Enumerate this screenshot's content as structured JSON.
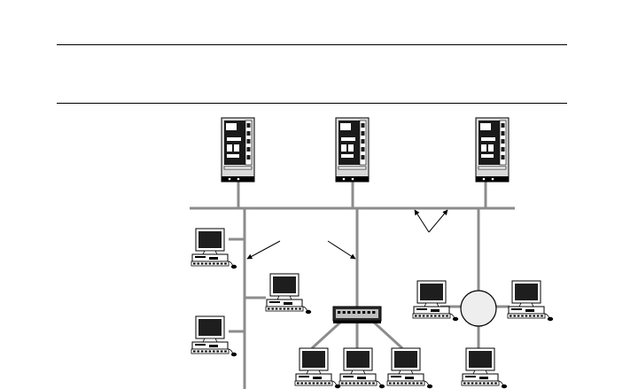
{
  "diagram": {
    "type": "network-topology",
    "colors": {
      "cable": "#8c8c8c",
      "server_body": "#d9d9d9",
      "server_panel": "#1a1a1a",
      "monitor_screen": "#1e1e1e",
      "hub_body": "#2a2a2a",
      "ring_fill": "#eeeeee",
      "outline": "#000000"
    },
    "servers": [
      {
        "id": "server-1",
        "icon": "server-tower-icon"
      },
      {
        "id": "server-2",
        "icon": "server-tower-icon"
      },
      {
        "id": "server-3",
        "icon": "server-tower-icon"
      }
    ],
    "hub": {
      "id": "hub",
      "icon": "network-hub-icon"
    },
    "ring_node": {
      "id": "ring-device",
      "icon": "circle-node-icon"
    },
    "workstations": [
      {
        "id": "ws-1",
        "icon": "workstation-icon"
      },
      {
        "id": "ws-2",
        "icon": "workstation-icon"
      },
      {
        "id": "ws-3",
        "icon": "workstation-icon"
      },
      {
        "id": "ws-4",
        "icon": "workstation-icon"
      },
      {
        "id": "ws-5",
        "icon": "workstation-icon"
      },
      {
        "id": "ws-6",
        "icon": "workstation-icon"
      },
      {
        "id": "ws-7",
        "icon": "workstation-icon"
      },
      {
        "id": "ws-8",
        "icon": "workstation-icon"
      },
      {
        "id": "ws-9",
        "icon": "workstation-icon"
      }
    ]
  }
}
